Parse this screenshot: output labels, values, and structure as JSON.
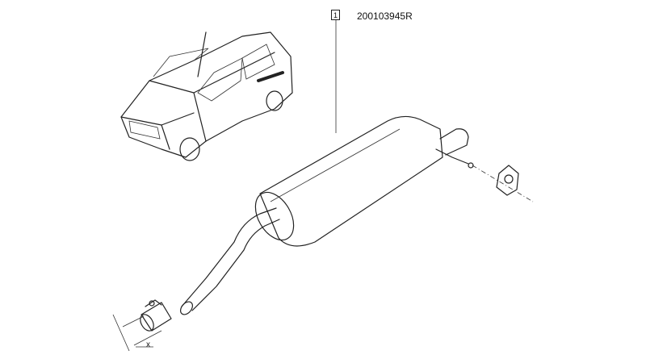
{
  "diagram": {
    "part_number": "200103945R",
    "callout_label": "1",
    "dimension_label": "x"
  }
}
